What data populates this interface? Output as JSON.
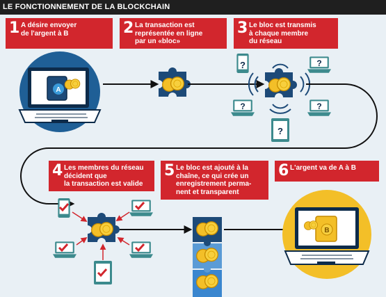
{
  "title": "LE FONCTIONNEMENT DE LA BLOCKCHAIN",
  "steps": [
    {
      "num": "1",
      "text": "A désire envoyer\nde l'argent à B"
    },
    {
      "num": "2",
      "text": "La transaction est\nreprésentée en ligne\npar un «bloc»"
    },
    {
      "num": "3",
      "text": "Le bloc est transmis\nà chaque membre\ndu réseau"
    },
    {
      "num": "4",
      "text": "Les membres du réseau\ndécident que\nla transaction est valide"
    },
    {
      "num": "5",
      "text": "Le bloc est ajouté à la\nchaîne, ce qui crée un\nenregistrement perma-\nnent et transparent"
    },
    {
      "num": "6",
      "text": "L'argent va de A à B"
    }
  ],
  "labels": {
    "sender": "A",
    "receiver": "B",
    "unknown": "?"
  },
  "colors": {
    "red": "#d2262d",
    "navy": "#1d4a78",
    "blue": "#2f78b8",
    "gold": "#f3bf28",
    "teal": "#3c8a8d"
  }
}
